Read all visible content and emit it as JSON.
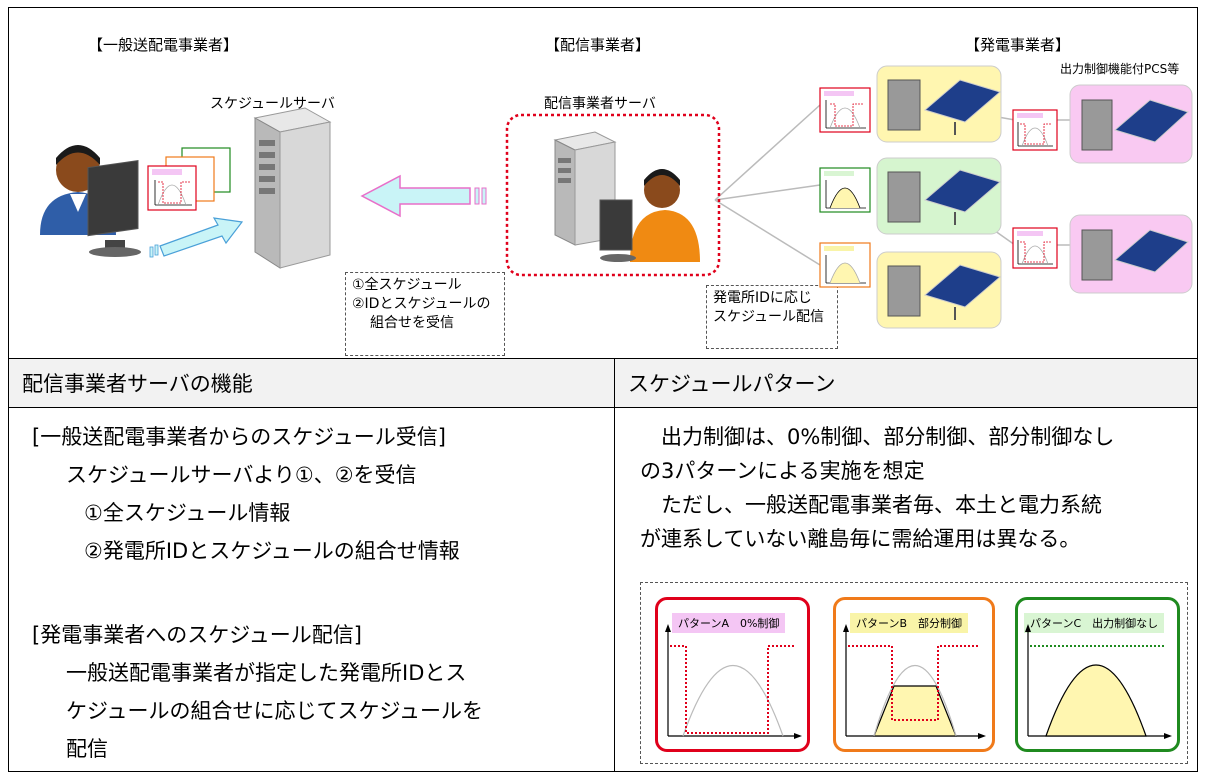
{
  "top": {
    "org_left": "【一般送配電事業者】",
    "org_center": "【配信事業者】",
    "org_right": "【発電事業者】",
    "schedule_server_label": "スケジュールサーバ",
    "distributor_server_label": "配信事業者サーバ",
    "pcs_label": "出力制御機能付PCS等",
    "receive_note": [
      "①全スケジュール",
      "②IDとスケジュールの",
      "組合せを受信"
    ],
    "distribute_note": [
      "発電所IDに応じ",
      "スケジュール配信"
    ]
  },
  "sections": {
    "left_title": "配信事業者サーバの機能",
    "right_title": "スケジュールパターン"
  },
  "left_body": {
    "receive_heading": "[一般送配電事業者からのスケジュール受信]",
    "receive_line": "スケジュールサーバより①、②を受信",
    "receive_item1": "①全スケジュール情報",
    "receive_item2": "②発電所IDとスケジュールの組合せ情報",
    "distribute_heading": "[発電事業者へのスケジュール配信]",
    "distribute_lines": [
      "一般送配電事業者が指定した発電所IDとス",
      "ケジュールの組合せに応じてスケジュールを",
      "配信"
    ]
  },
  "right_body": {
    "lines": [
      "　出力制御は、0%制御、部分制御、部分制御なし",
      "の3パターンによる実施を想定",
      "　ただし、一般送配電事業者毎、本土と電力系統",
      "が連系していない離島毎に需給運用は異なる。"
    ]
  },
  "patterns": [
    {
      "label": "パターンA　0%制御",
      "border": "#e0001b",
      "label_bg": "#f4c6f4"
    },
    {
      "label": "パターンB　部分制御",
      "border": "#f07a1a",
      "label_bg": "#f9f4a8"
    },
    {
      "label": "パターンC　出力制御なし",
      "border": "#1f8a1f",
      "label_bg": "#d9f5d3"
    }
  ],
  "colors": {
    "yellow_box": "#fff6b0",
    "green_box": "#d6f5cf",
    "pink_box": "#f9c9f2",
    "red_dotted": "#e0001b",
    "arrow_fill": "#c9f4f7",
    "arrow_stroke": "#4aa0d8"
  }
}
